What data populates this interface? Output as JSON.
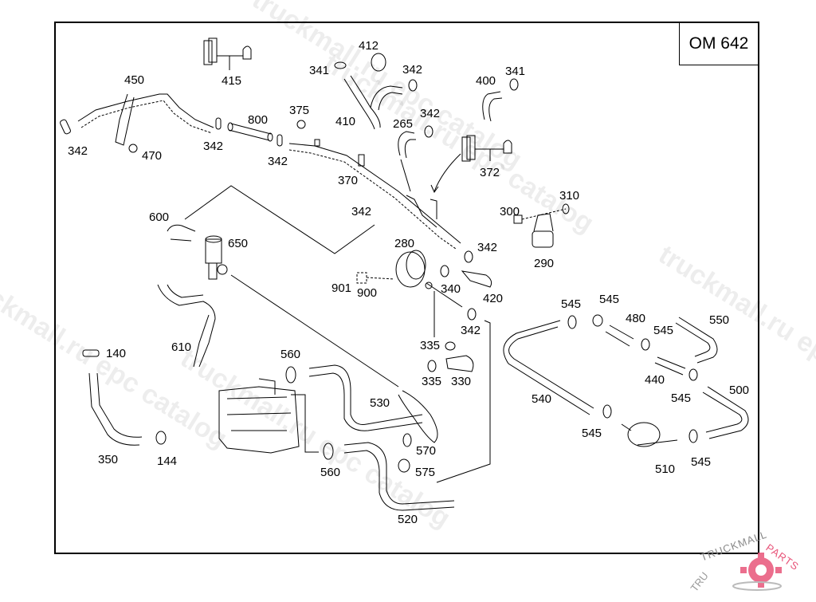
{
  "diagram": {
    "model_label": "OM 642",
    "callouts": [
      {
        "id": "c450",
        "text": "450"
      },
      {
        "id": "c415",
        "text": "415"
      },
      {
        "id": "c342a",
        "text": "342"
      },
      {
        "id": "c470",
        "text": "470"
      },
      {
        "id": "c342b",
        "text": "342"
      },
      {
        "id": "c800",
        "text": "800"
      },
      {
        "id": "c375",
        "text": "375"
      },
      {
        "id": "c342c",
        "text": "342"
      },
      {
        "id": "c341a",
        "text": "341"
      },
      {
        "id": "c412",
        "text": "412"
      },
      {
        "id": "c342d",
        "text": "342"
      },
      {
        "id": "c410",
        "text": "410"
      },
      {
        "id": "c342e",
        "text": "342"
      },
      {
        "id": "c265",
        "text": "265"
      },
      {
        "id": "c400",
        "text": "400"
      },
      {
        "id": "c341b",
        "text": "341"
      },
      {
        "id": "c370",
        "text": "370"
      },
      {
        "id": "c372",
        "text": "372"
      },
      {
        "id": "c600",
        "text": "600"
      },
      {
        "id": "c650",
        "text": "650"
      },
      {
        "id": "c342f",
        "text": "342"
      },
      {
        "id": "c280",
        "text": "280"
      },
      {
        "id": "c300",
        "text": "300"
      },
      {
        "id": "c310",
        "text": "310"
      },
      {
        "id": "c290",
        "text": "290"
      },
      {
        "id": "c342g",
        "text": "342"
      },
      {
        "id": "c901",
        "text": "901"
      },
      {
        "id": "c900",
        "text": "900"
      },
      {
        "id": "c340",
        "text": "340"
      },
      {
        "id": "c420",
        "text": "420"
      },
      {
        "id": "c342h",
        "text": "342"
      },
      {
        "id": "c610",
        "text": "610"
      },
      {
        "id": "c140",
        "text": "140"
      },
      {
        "id": "c350",
        "text": "350"
      },
      {
        "id": "c144",
        "text": "144"
      },
      {
        "id": "c560a",
        "text": "560"
      },
      {
        "id": "c560b",
        "text": "560"
      },
      {
        "id": "c530",
        "text": "530"
      },
      {
        "id": "c335a",
        "text": "335"
      },
      {
        "id": "c335b",
        "text": "335"
      },
      {
        "id": "c330",
        "text": "330"
      },
      {
        "id": "c570",
        "text": "570"
      },
      {
        "id": "c575",
        "text": "575"
      },
      {
        "id": "c520",
        "text": "520"
      },
      {
        "id": "c545a",
        "text": "545"
      },
      {
        "id": "c545b",
        "text": "545"
      },
      {
        "id": "c480",
        "text": "480"
      },
      {
        "id": "c545c",
        "text": "545"
      },
      {
        "id": "c550",
        "text": "550"
      },
      {
        "id": "c440",
        "text": "440"
      },
      {
        "id": "c545d",
        "text": "545"
      },
      {
        "id": "c500",
        "text": "500"
      },
      {
        "id": "c540",
        "text": "540"
      },
      {
        "id": "c545e",
        "text": "545"
      },
      {
        "id": "c510",
        "text": "510"
      },
      {
        "id": "c545f",
        "text": "545"
      }
    ]
  },
  "watermarks": {
    "text_1": "truckmall.ru epc catalog",
    "text_2": "truckmall.ru epc catalog",
    "text_3": "truckmall.ru epc catalog",
    "text_4": "truckmall.ru epc catalog",
    "text_5": "truckmall.ru epc catalog"
  },
  "logo": {
    "brand_left": "TRUCKMALL",
    "brand_right": "PARTS",
    "accent_color": "#e8557a"
  }
}
